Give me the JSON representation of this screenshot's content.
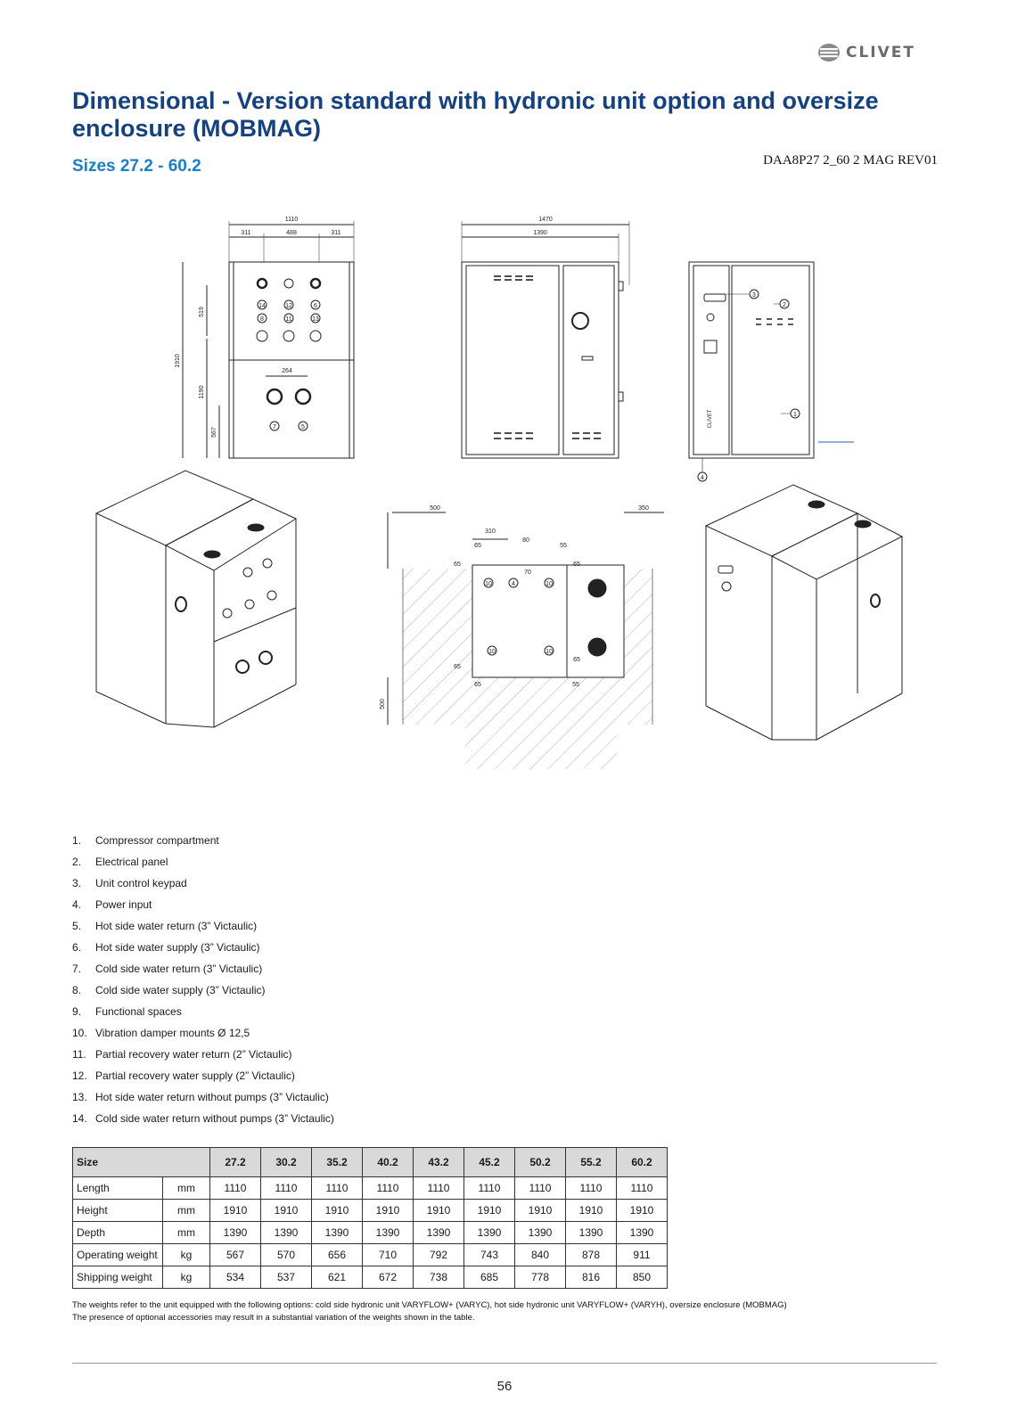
{
  "header": {
    "logo_text": "CLIVET",
    "title": "Dimensional - Version standard with hydronic unit option and oversize enclosure (MOBMAG)",
    "subtitle": "Sizes 27.2 - 60.2",
    "doc_ref": "DAA8P27 2_60 2 MAG REV01"
  },
  "drawings": {
    "front_view": {
      "dims": [
        "1110",
        "311",
        "488",
        "311",
        "519",
        "1910",
        "1190",
        "567",
        "264"
      ],
      "callouts": [
        "14",
        "12",
        "6",
        "8",
        "11",
        "13",
        "7",
        "5"
      ]
    },
    "side_view": {
      "dims": [
        "1470",
        "1390"
      ]
    },
    "rear_view": {
      "callouts": [
        "3",
        "2",
        "1",
        "4"
      ],
      "brand": "CLIVET"
    },
    "plan_view": {
      "dims": [
        "500",
        "350",
        "310",
        "65",
        "80",
        "55",
        "65",
        "70",
        "65",
        "65",
        "65",
        "55",
        "65",
        "500"
      ],
      "callouts": [
        "10",
        "4",
        "10",
        "10",
        "10"
      ]
    }
  },
  "legend": [
    {
      "num": "1.",
      "text": "Compressor compartment"
    },
    {
      "num": "2.",
      "text": "Electrical panel"
    },
    {
      "num": "3.",
      "text": "Unit control keypad"
    },
    {
      "num": "4.",
      "text": "Power input"
    },
    {
      "num": "5.",
      "text": "Hot side water return (3” Victaulic)"
    },
    {
      "num": "6.",
      "text": "Hot side water supply (3” Victaulic)"
    },
    {
      "num": "7.",
      "text": "Cold side water return (3” Victaulic)"
    },
    {
      "num": "8.",
      "text": "Cold side water supply (3” Victaulic)"
    },
    {
      "num": "9.",
      "text": "Functional spaces"
    },
    {
      "num": "10.",
      "text": "Vibration damper mounts Ø 12,5"
    },
    {
      "num": "11.",
      "text": "Partial recovery water return (2” Victaulic)"
    },
    {
      "num": "12.",
      "text": "Partial recovery water supply (2” Victaulic)"
    },
    {
      "num": "13.",
      "text": "Hot side water return without pumps (3” Victaulic)"
    },
    {
      "num": "14.",
      "text": "Cold side water return without pumps (3” Victaulic)"
    }
  ],
  "table": {
    "size_label": "Size",
    "sizes": [
      "27.2",
      "30.2",
      "35.2",
      "40.2",
      "43.2",
      "45.2",
      "50.2",
      "55.2",
      "60.2"
    ],
    "rows": [
      {
        "label": "Length",
        "unit": "mm",
        "values": [
          "1110",
          "1110",
          "1110",
          "1110",
          "1110",
          "1110",
          "1110",
          "1110",
          "1110"
        ]
      },
      {
        "label": "Height",
        "unit": "mm",
        "values": [
          "1910",
          "1910",
          "1910",
          "1910",
          "1910",
          "1910",
          "1910",
          "1910",
          "1910"
        ]
      },
      {
        "label": "Depth",
        "unit": "mm",
        "values": [
          "1390",
          "1390",
          "1390",
          "1390",
          "1390",
          "1390",
          "1390",
          "1390",
          "1390"
        ]
      },
      {
        "label": "Operating weight",
        "unit": "kg",
        "values": [
          "567",
          "570",
          "656",
          "710",
          "792",
          "743",
          "840",
          "878",
          "911"
        ]
      },
      {
        "label": "Shipping weight",
        "unit": "kg",
        "values": [
          "534",
          "537",
          "621",
          "672",
          "738",
          "685",
          "778",
          "816",
          "850"
        ]
      }
    ]
  },
  "notes": [
    "The weights refer to the unit equipped with the following options: cold side hydronic unit VARYFLOW+ (VARYC), hot side hydronic unit VARYFLOW+ (VARYH), oversize enclosure (MOBMAG)",
    "The presence of optional accessories may result in a substantial variation of the weights shown in the table."
  ],
  "footer": {
    "page_number": "56"
  },
  "colors": {
    "title": "#16417f",
    "subtitle": "#1a80c4",
    "table_header": "#d9d9d9"
  }
}
